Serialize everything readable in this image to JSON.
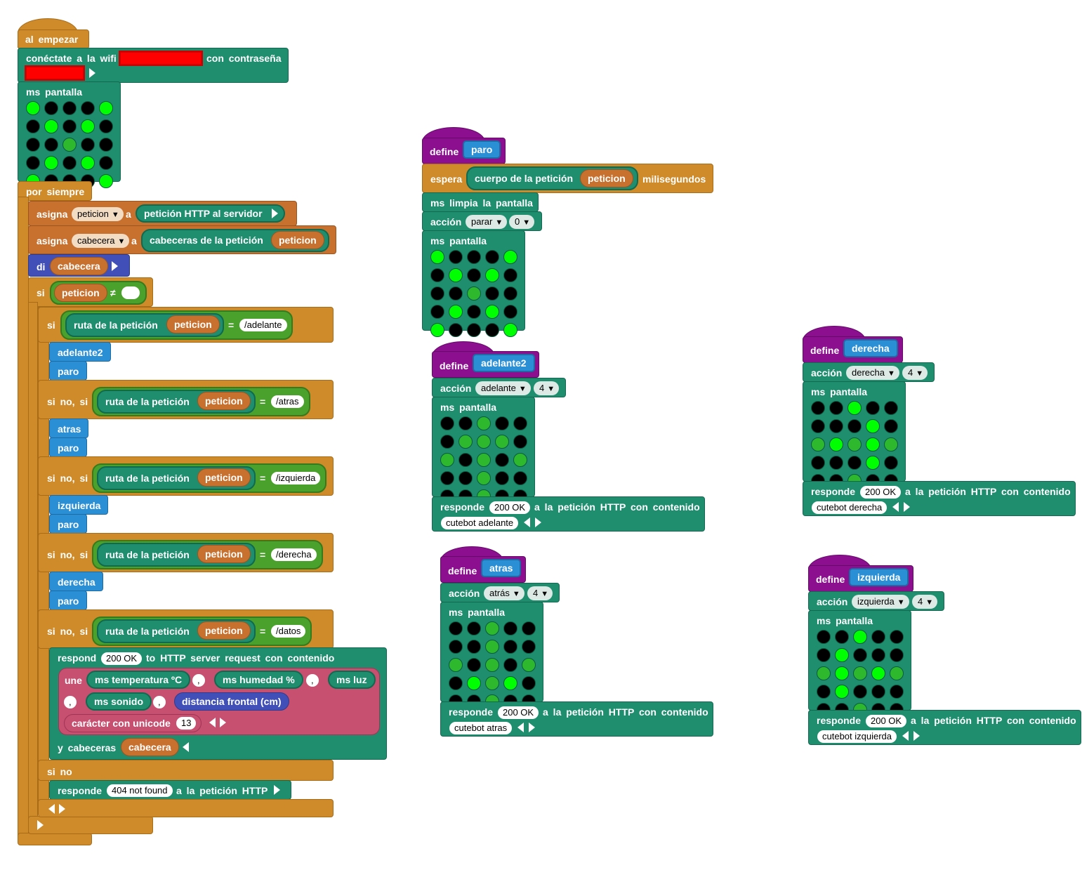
{
  "colors": {
    "led_on": "#00ff00",
    "led_off": "#000000",
    "led_dim": "#2eb82e",
    "control": "#cf8b29",
    "teal": "#1f8e6f",
    "variable": "#c8712f",
    "function": "#2b8fd6",
    "define": "#8b0f8f"
  },
  "main": {
    "start": "al empezar",
    "wifi": {
      "label_a": "conéctate a la wifi",
      "label_b": "con contraseña"
    },
    "screen_label": "ms pantalla",
    "start_leds": [
      [
        1,
        0,
        0,
        0,
        1
      ],
      [
        0,
        1,
        0,
        1,
        0
      ],
      [
        0,
        0,
        2,
        0,
        0
      ],
      [
        0,
        1,
        0,
        1,
        0
      ],
      [
        1,
        0,
        0,
        0,
        1
      ]
    ],
    "forever": "por siempre",
    "set1": {
      "label": "asigna",
      "var": "peticion",
      "a": "a",
      "value": "petición HTTP al servidor"
    },
    "set2": {
      "label": "asigna",
      "var": "cabecera",
      "a": "a",
      "value": "cabeceras de la petición",
      "arg": "peticion"
    },
    "say": {
      "label": "di",
      "arg": "cabecera"
    },
    "if1": {
      "label": "si",
      "var": "peticion",
      "op": "≠"
    },
    "route_label": "ruta de la petición",
    "route_arg": "peticion",
    "eq": "=",
    "branches": [
      {
        "label": "si",
        "value": "/adelante",
        "call": "adelante2",
        "stop": "paro"
      },
      {
        "label": "si no, si",
        "value": "/atras",
        "call": "atras",
        "stop": "paro"
      },
      {
        "label": "si no, si",
        "value": "/izquierda",
        "call": "izquierda",
        "stop": "paro"
      },
      {
        "label": "si no, si",
        "value": "/derecha",
        "call": "derecha",
        "stop": "paro"
      },
      {
        "label": "si no, si",
        "value": "/datos"
      }
    ],
    "respond": {
      "label_a": "respond",
      "status": "200 OK",
      "label_b": "to HTTP server request con contenido",
      "join": "une",
      "temp": "ms temperatura ºC",
      "comma": ",",
      "hum": "ms humedad %",
      "light": "ms luz",
      "sound": "ms sonido",
      "dist": "distancia frontal (cm)",
      "char": "carácter con unicode",
      "code": "13",
      "headers_label": "y cabeceras",
      "headers_arg": "cabecera"
    },
    "else": "si no",
    "respond404": {
      "label_a": "responde",
      "status": "404 not found",
      "label_b": "a la petición HTTP"
    }
  },
  "defines": {
    "define_label": "define",
    "action_label": "acción",
    "screen_label": "ms pantalla",
    "respond_a": "responde",
    "respond_b": "a la petición HTTP con contenido",
    "status": "200 OK",
    "paro": {
      "name": "paro",
      "wait": "espera",
      "body": "cuerpo de la petición",
      "arg": "peticion",
      "ms": "milisegundos",
      "clear": "ms limpia la pantalla",
      "action": "parar",
      "speed": "0",
      "leds": [
        [
          1,
          0,
          0,
          0,
          1
        ],
        [
          0,
          1,
          0,
          1,
          0
        ],
        [
          0,
          0,
          2,
          0,
          0
        ],
        [
          0,
          1,
          0,
          1,
          0
        ],
        [
          1,
          0,
          0,
          0,
          1
        ]
      ]
    },
    "adelante2": {
      "name": "adelante2",
      "action": "adelante",
      "speed": "4",
      "content": "cutebot adelante",
      "leds": [
        [
          0,
          0,
          2,
          0,
          0
        ],
        [
          0,
          2,
          2,
          2,
          0
        ],
        [
          2,
          0,
          2,
          0,
          2
        ],
        [
          0,
          0,
          2,
          0,
          0
        ],
        [
          0,
          0,
          2,
          0,
          0
        ]
      ]
    },
    "atras": {
      "name": "atras",
      "action": "atrás",
      "speed": "4",
      "content": "cutebot atras",
      "leds": [
        [
          0,
          0,
          2,
          0,
          0
        ],
        [
          0,
          0,
          2,
          0,
          0
        ],
        [
          2,
          0,
          2,
          0,
          2
        ],
        [
          0,
          1,
          2,
          1,
          0
        ],
        [
          0,
          0,
          2,
          0,
          0
        ]
      ]
    },
    "derecha": {
      "name": "derecha",
      "action": "derecha",
      "speed": "4",
      "content": "cutebot derecha",
      "leds": [
        [
          0,
          0,
          1,
          0,
          0
        ],
        [
          0,
          0,
          0,
          1,
          0
        ],
        [
          2,
          1,
          2,
          1,
          2
        ],
        [
          0,
          0,
          0,
          1,
          0
        ],
        [
          0,
          0,
          2,
          0,
          0
        ]
      ]
    },
    "izquierda": {
      "name": "izquierda",
      "action": "izquierda",
      "speed": "4",
      "content": "cutebot izquierda",
      "leds": [
        [
          0,
          0,
          1,
          0,
          0
        ],
        [
          0,
          1,
          0,
          0,
          0
        ],
        [
          2,
          1,
          2,
          1,
          2
        ],
        [
          0,
          1,
          0,
          0,
          0
        ],
        [
          0,
          0,
          2,
          0,
          0
        ]
      ]
    }
  }
}
